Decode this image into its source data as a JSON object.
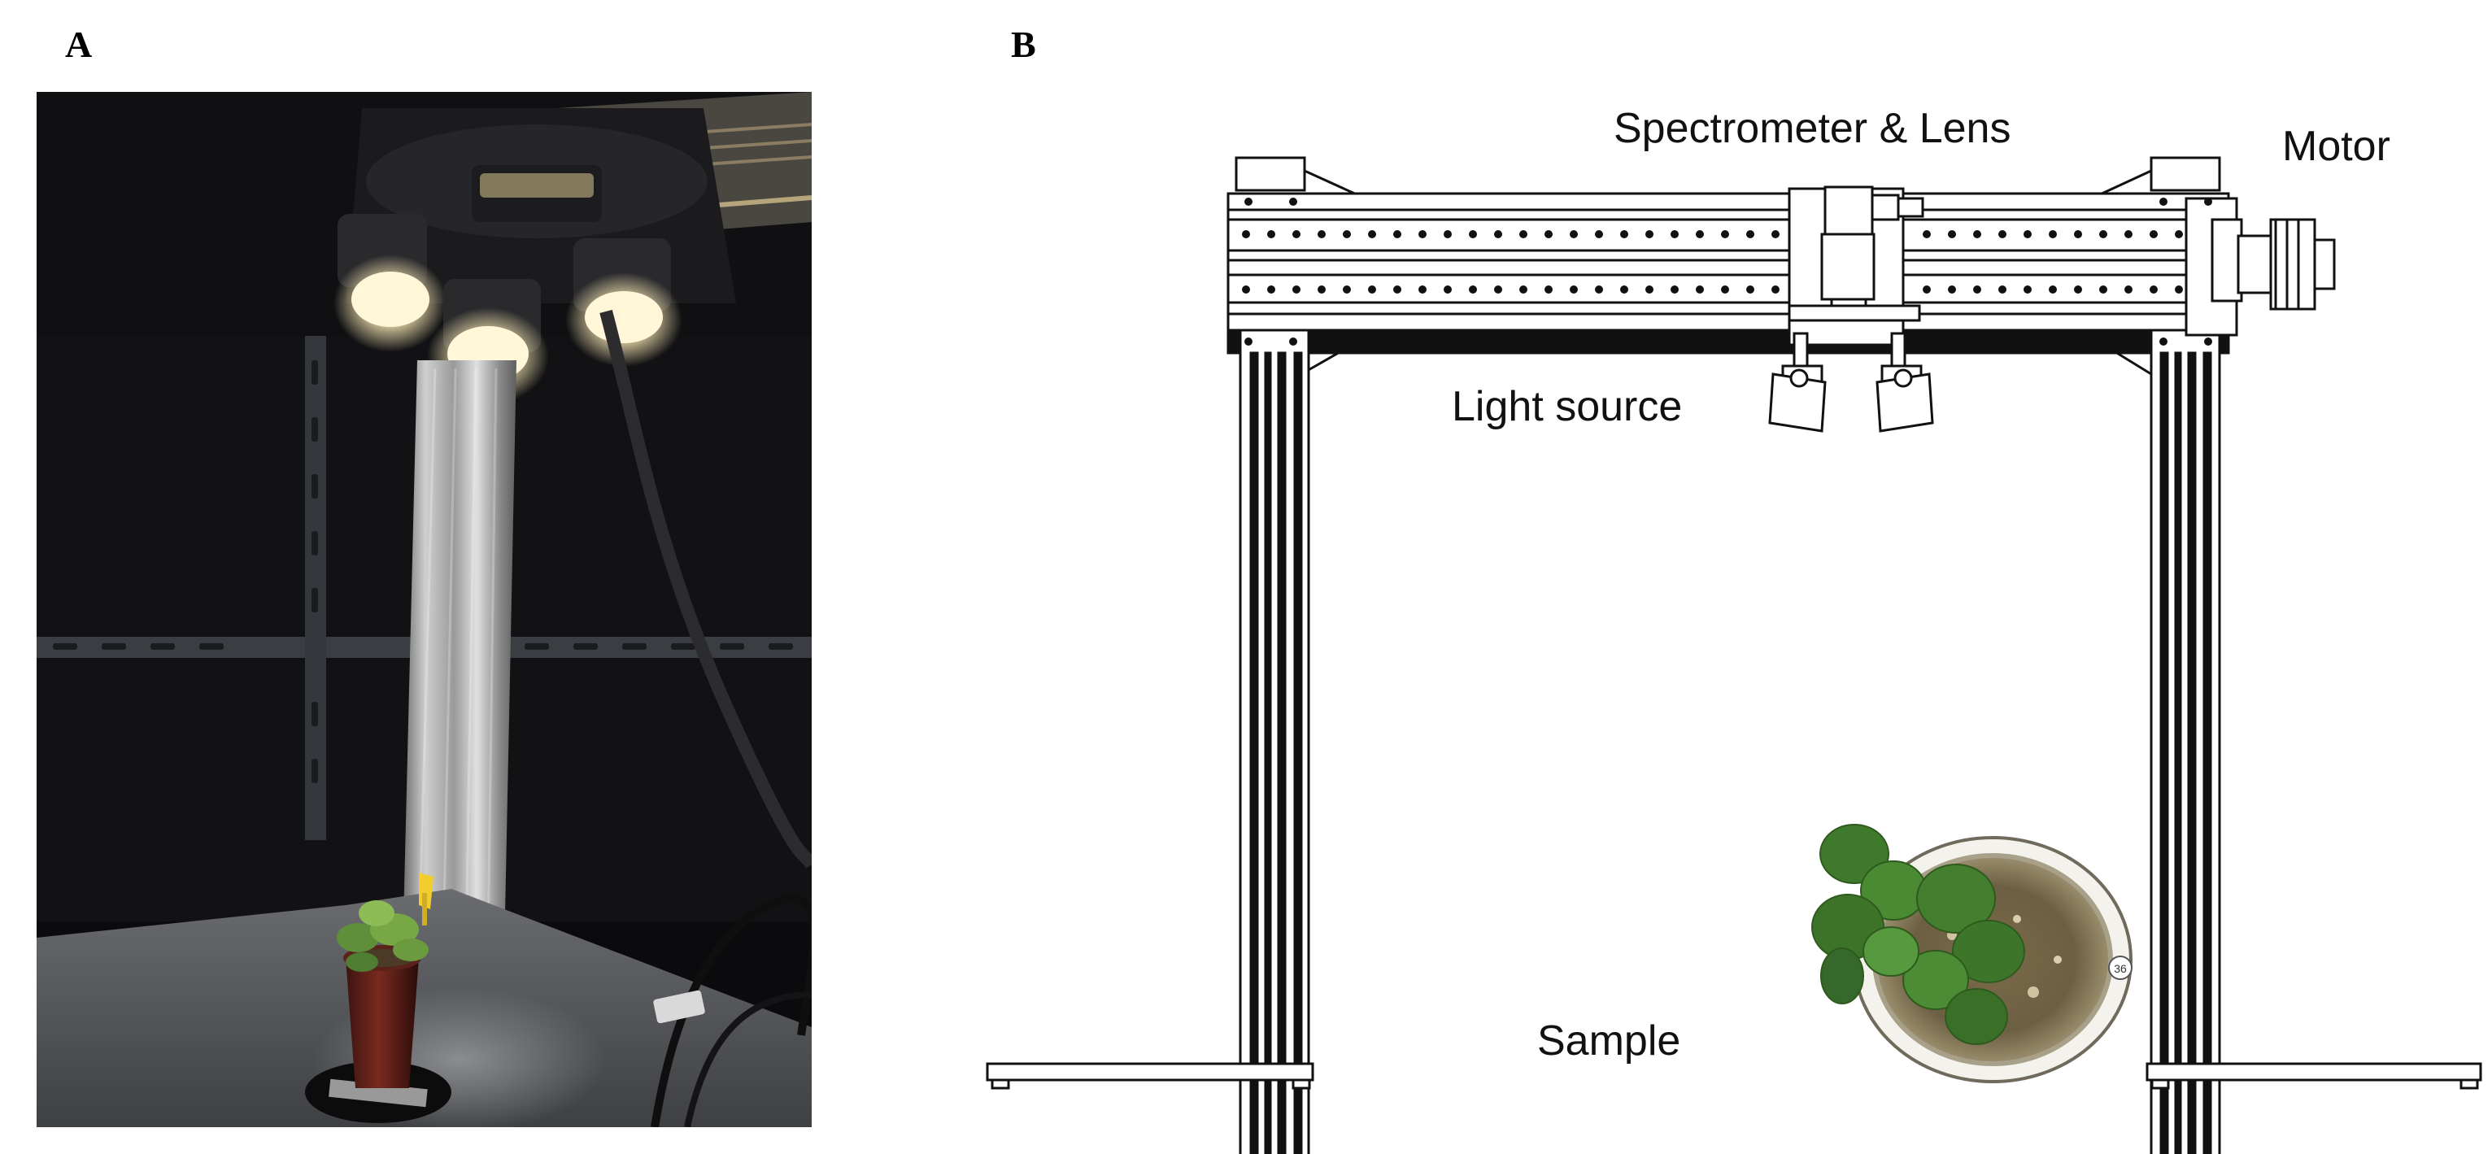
{
  "panel_a": {
    "letter": "A"
  },
  "panel_b": {
    "letter": "B",
    "labels": {
      "spectrometer": "Spectrometer & Lens",
      "motor": "Motor",
      "light_source": "Light source",
      "sample": "Sample"
    },
    "pot_tag": "36"
  }
}
